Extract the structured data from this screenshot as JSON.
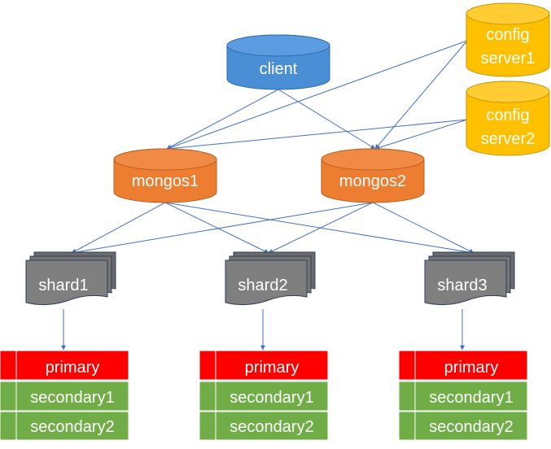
{
  "nodes": {
    "client": {
      "label": "client"
    },
    "config1": {
      "label_line1": "config",
      "label_line2": "server1"
    },
    "config2": {
      "label_line1": "config",
      "label_line2": "server2"
    },
    "mongos1": {
      "label": "mongos1"
    },
    "mongos2": {
      "label": "mongos2"
    },
    "shard1": {
      "label": "shard1"
    },
    "shard2": {
      "label": "shard2"
    },
    "shard3": {
      "label": "shard3"
    }
  },
  "replica_sets": [
    {
      "rows": [
        "primary",
        "secondary1",
        "secondary2"
      ]
    },
    {
      "rows": [
        "primary",
        "secondary1",
        "secondary2"
      ]
    },
    {
      "rows": [
        "primary",
        "secondary1",
        "secondary2"
      ]
    }
  ],
  "colors": {
    "client_fill": "#4a8fd6",
    "config_fill": "#ffc000",
    "mongos_fill": "#ed7d31",
    "shard_fill": "#7f7f7f",
    "primary_fill": "#ff0000",
    "secondary_fill": "#70ad47",
    "edge": "#4472c4"
  },
  "edges": [
    [
      "client",
      "mongos1"
    ],
    [
      "client",
      "mongos2"
    ],
    [
      "config1",
      "mongos1"
    ],
    [
      "config1",
      "mongos2"
    ],
    [
      "config2",
      "mongos1"
    ],
    [
      "config2",
      "mongos2"
    ],
    [
      "mongos1",
      "shard1"
    ],
    [
      "mongos1",
      "shard2"
    ],
    [
      "mongos1",
      "shard3"
    ],
    [
      "mongos2",
      "shard1"
    ],
    [
      "mongos2",
      "shard2"
    ],
    [
      "mongos2",
      "shard3"
    ],
    [
      "shard1",
      "rs1"
    ],
    [
      "shard2",
      "rs2"
    ],
    [
      "shard3",
      "rs3"
    ]
  ]
}
